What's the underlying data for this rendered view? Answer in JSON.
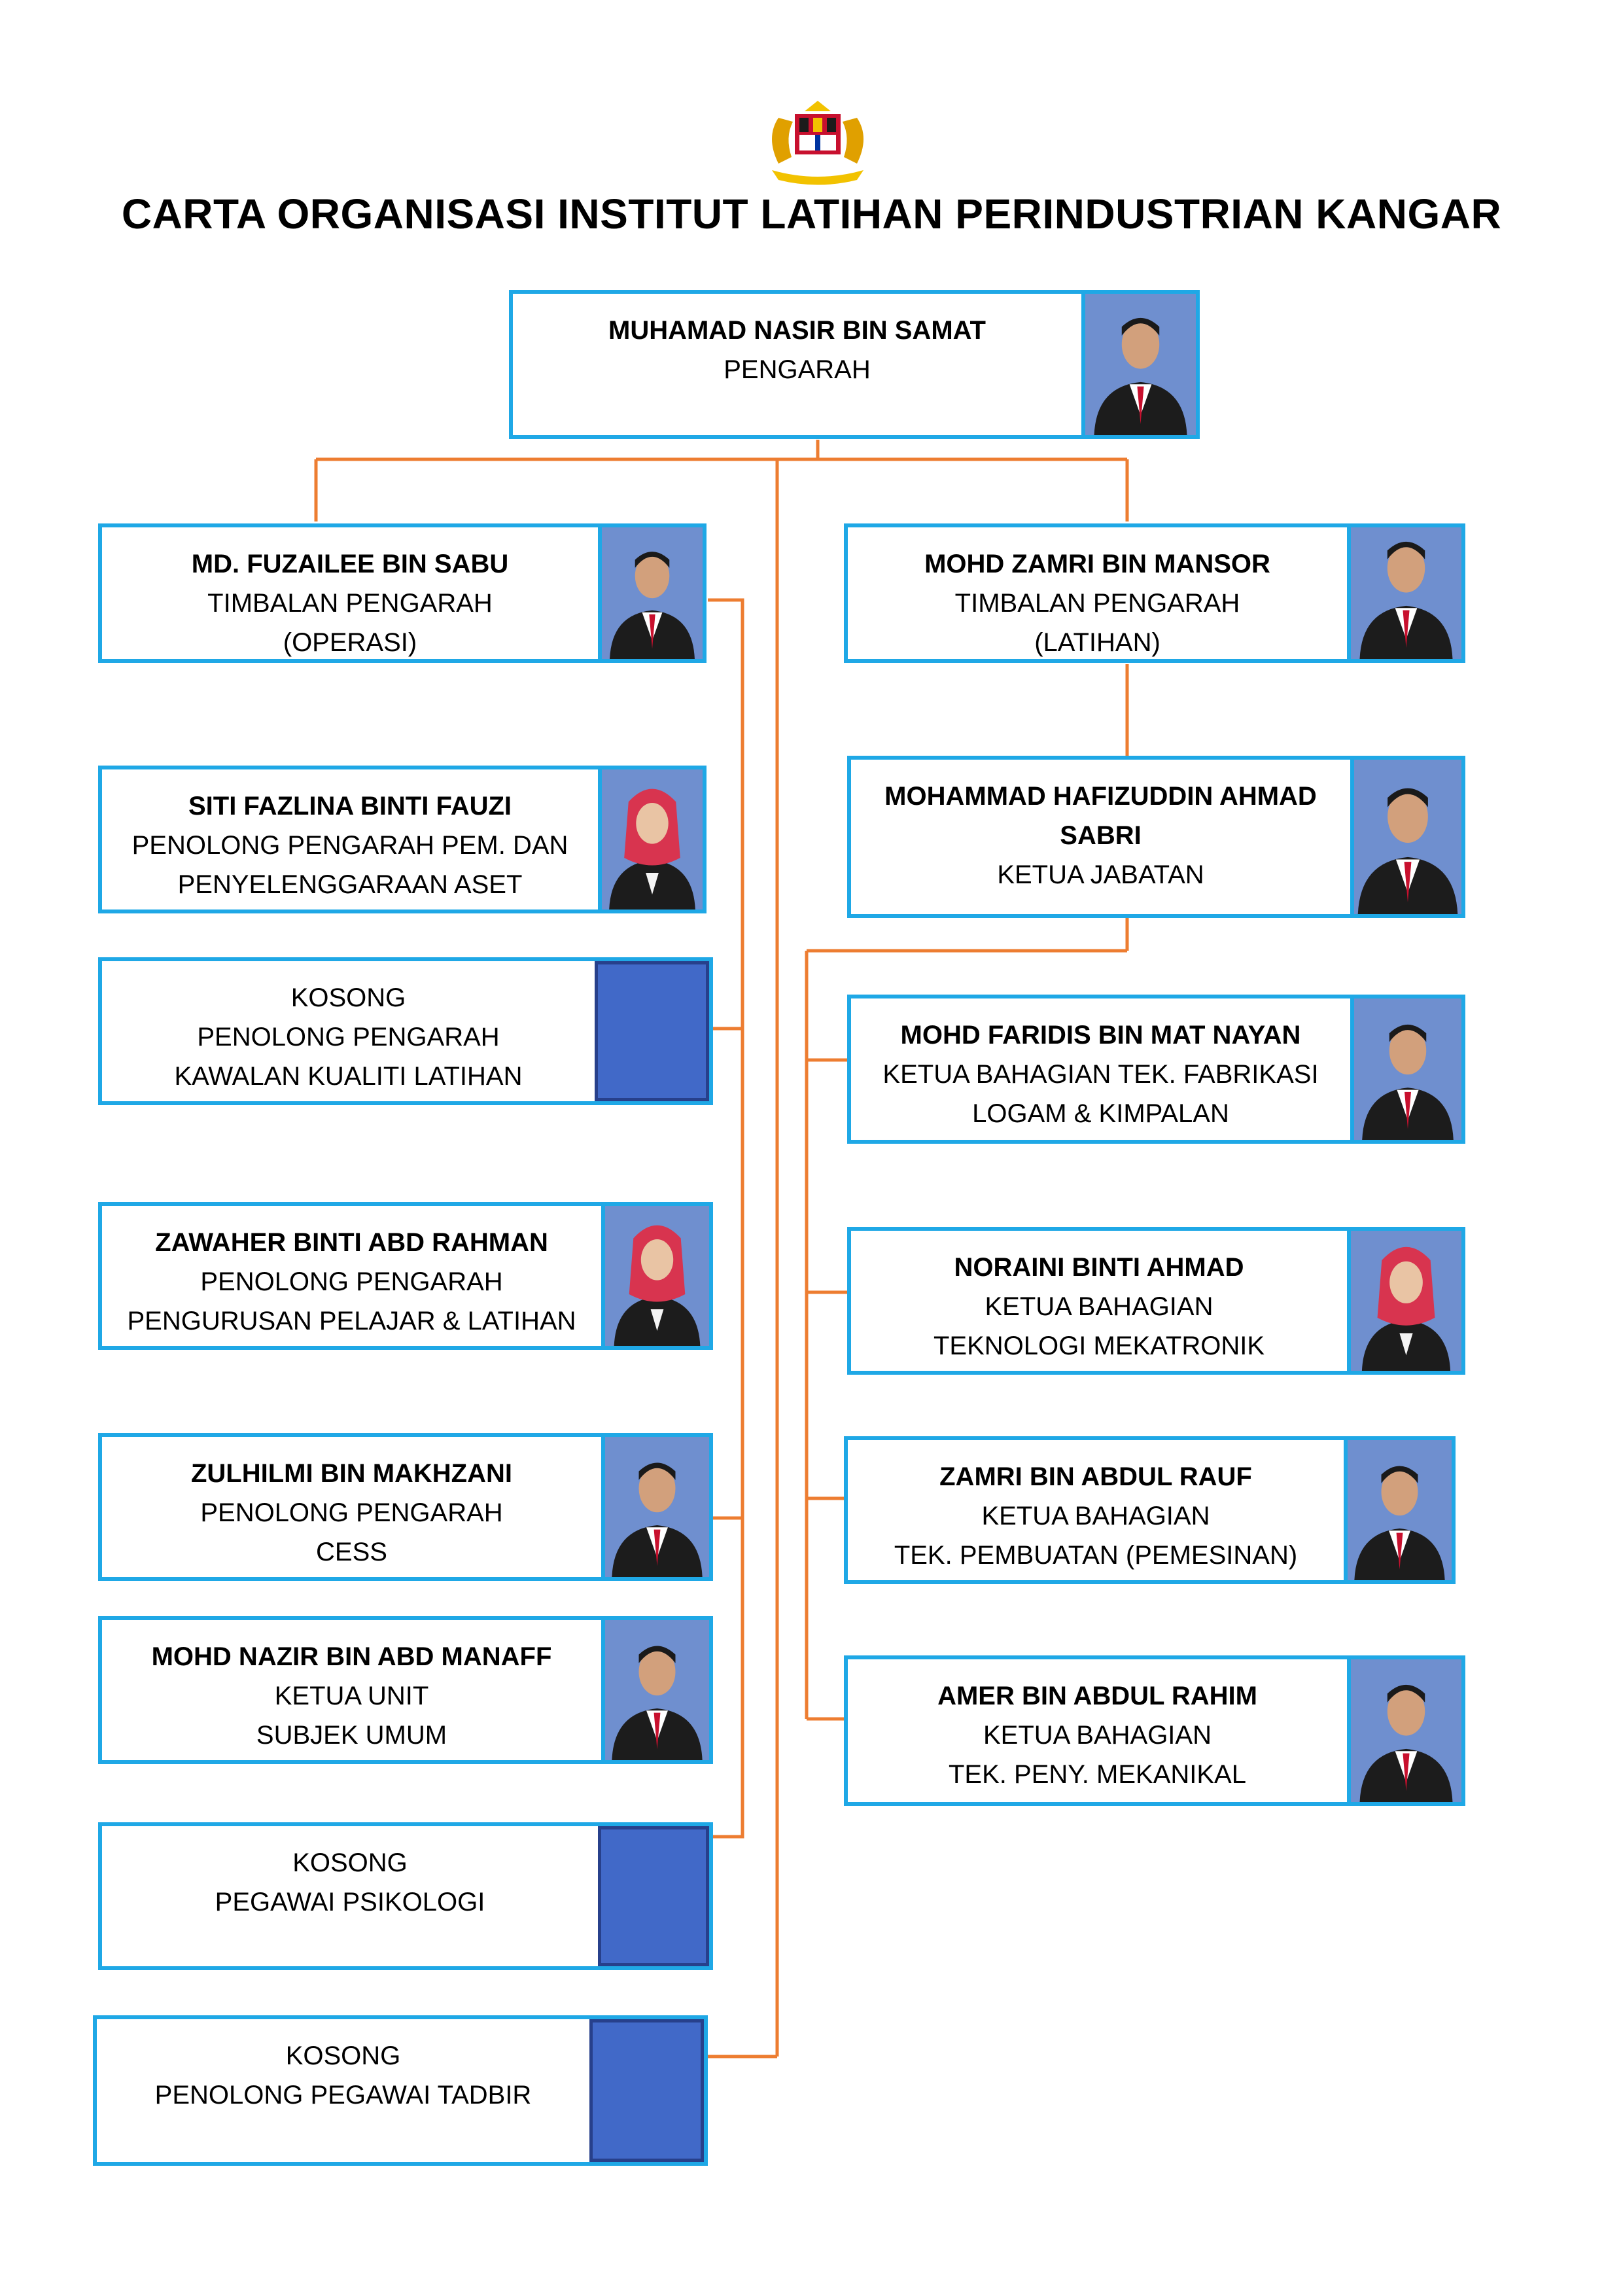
{
  "title": "CARTA ORGANISASI INSTITUT LATIHAN PERINDUSTRIAN KANGAR",
  "colors": {
    "box_border": "#1fa8e6",
    "connector": "#ed7d31",
    "photo_bg": "#6f8fcf",
    "vacant_fill": "#4169c8"
  },
  "director": {
    "name": "MUHAMAD NASIR BIN SAMAT",
    "lines": [
      "PENGARAH"
    ],
    "photo": "portrait-man"
  },
  "left_branch": [
    {
      "name": "MD. FUZAILEE BIN SABU",
      "lines": [
        "TIMBALAN PENGARAH",
        "(OPERASI)"
      ],
      "photo": "portrait-man"
    },
    {
      "name": "SITI FAZLINA BINTI FAUZI",
      "lines": [
        "PENOLONG PENGARAH PEM. DAN",
        "PENYELENGGARAAN ASET"
      ],
      "photo": "portrait-woman-hijab"
    },
    {
      "name": "",
      "lines": [
        "KOSONG",
        "PENOLONG PENGARAH",
        "KAWALAN KUALITI LATIHAN"
      ],
      "photo": "vacant"
    },
    {
      "name": "ZAWAHER BINTI ABD RAHMAN",
      "lines": [
        "PENOLONG PENGARAH",
        "PENGURUSAN PELAJAR & LATIHAN"
      ],
      "photo": "portrait-woman-hijab"
    },
    {
      "name": "ZULHILMI BIN MAKHZANI",
      "lines": [
        "PENOLONG PENGARAH",
        "CESS"
      ],
      "photo": "portrait-man"
    },
    {
      "name": "MOHD NAZIR BIN ABD MANAFF",
      "lines": [
        "KETUA UNIT",
        "SUBJEK UMUM"
      ],
      "photo": "portrait-man"
    },
    {
      "name": "",
      "lines": [
        "KOSONG",
        "PEGAWAI PSIKOLOGI"
      ],
      "photo": "vacant"
    },
    {
      "name": "",
      "lines": [
        "KOSONG",
        "PENOLONG PEGAWAI TADBIR"
      ],
      "photo": "vacant"
    }
  ],
  "right_branch": [
    {
      "name": "MOHD ZAMRI BIN MANSOR",
      "lines": [
        "TIMBALAN PENGARAH",
        "(LATIHAN)"
      ],
      "photo": "portrait-man"
    },
    {
      "name": "MOHAMMAD HAFIZUDDIN AHMAD SABRI",
      "lines": [
        "KETUA JABATAN"
      ],
      "photo": "portrait-man"
    },
    {
      "name": "MOHD FARIDIS BIN MAT NAYAN",
      "lines": [
        "KETUA BAHAGIAN TEK. FABRIKASI",
        "LOGAM & KIMPALAN"
      ],
      "photo": "portrait-man"
    },
    {
      "name": "NORAINI BINTI AHMAD",
      "lines": [
        "KETUA BAHAGIAN",
        "TEKNOLOGI MEKATRONIK"
      ],
      "photo": "portrait-woman-hijab"
    },
    {
      "name": "ZAMRI BIN ABDUL RAUF",
      "lines": [
        "KETUA BAHAGIAN",
        "TEK. PEMBUATAN (PEMESINAN)"
      ],
      "photo": "portrait-man"
    },
    {
      "name": "AMER BIN ABDUL RAHIM",
      "lines": [
        "KETUA BAHAGIAN",
        "TEK. PENY. MEKANIKAL"
      ],
      "photo": "portrait-man"
    }
  ]
}
